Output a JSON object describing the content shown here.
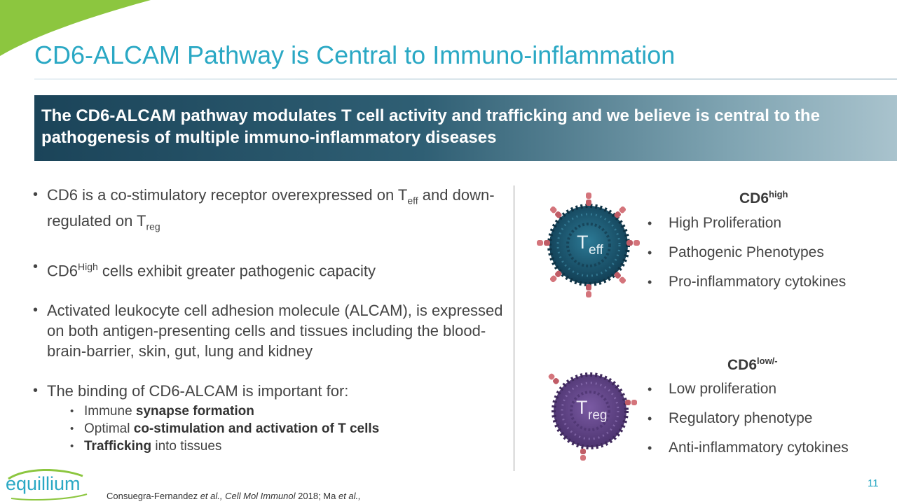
{
  "title": "CD6-ALCAM Pathway is Central to Immuno-inflammation",
  "banner": "The CD6-ALCAM pathway modulates T cell activity and trafficking and we believe is central to the pathogenesis of multiple immuno-inflammatory diseases",
  "bullets": {
    "b1": {
      "t1": "CD6 is a co-stimulatory receptor overexpressed on T",
      "s1": "eff",
      "t2": " and down-regulated on T",
      "s2": "reg"
    },
    "b2": {
      "t1": "CD6",
      "sup": "High",
      "t2": " cells exhibit greater pathogenic capacity"
    },
    "b3": "Activated leukocyte cell adhesion molecule (ALCAM), is expressed on both antigen-presenting cells and tissues including the blood-brain-barrier, skin, gut, lung and kidney",
    "b4": "The binding of CD6-ALCAM is important for:",
    "sub1": {
      "plain": "Immune ",
      "bold": "synapse formation"
    },
    "sub2": {
      "plain": "Optimal ",
      "bold": "co-stimulation and activation of T cells"
    },
    "sub3": {
      "bold": "Trafficking",
      "plain": " into tissues"
    }
  },
  "teff": {
    "label": "T",
    "label_sub": "eff",
    "heading": "CD6",
    "heading_sup": "high",
    "items": [
      "High Proliferation",
      "Pathogenic Phenotypes",
      "Pro-inflammatory cytokines"
    ]
  },
  "treg": {
    "label": "T",
    "label_sub": "reg",
    "heading": "CD6",
    "heading_sup": "low/-",
    "items": [
      "Low proliferation",
      "Regulatory phenotype",
      "Anti-inflammatory cytokines"
    ]
  },
  "logo": "equillium",
  "citation": {
    "authors1": "Consuegra-Fernandez ",
    "etal1": "et al., Cell Mol Immunol",
    "year": " 2018; Ma ",
    "etal2": "et al.,"
  },
  "page_number": "11",
  "colors": {
    "accent": "#2aa8c4",
    "banner_dark": "#1b4459",
    "teff_cell": "#1e5f7a",
    "treg_cell": "#6a4a91",
    "receptor": "#c96b72"
  }
}
